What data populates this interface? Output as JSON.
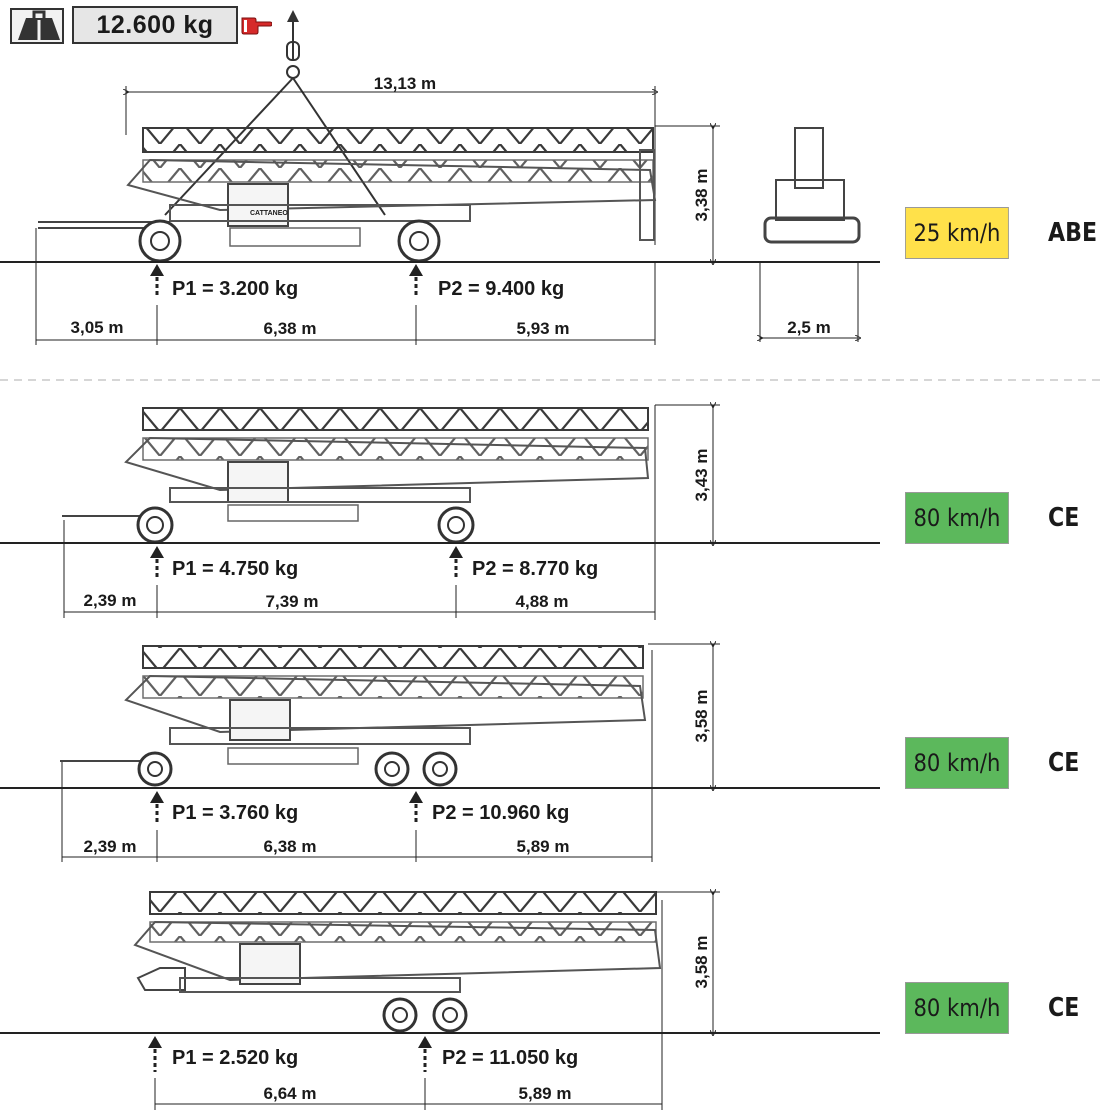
{
  "header": {
    "weight": "12.600 kg"
  },
  "colors": {
    "yellow_badge": "#ffe14a",
    "green_badge": "#5cb85c",
    "line": "#222222",
    "crane_gray": "#8a8a8a"
  },
  "top_view": {
    "length_total": "13,13 m",
    "height": "3,38 m",
    "p1": "P1 = 3.200 kg",
    "p2": "P2 = 9.400 kg",
    "d1": "3,05 m",
    "d2": "6,38 m",
    "d3": "5,93 m",
    "rear_width": "2,5 m",
    "speed": "25 km/h",
    "norm": "ABE"
  },
  "config2": {
    "height": "3,43 m",
    "p1": "P1 = 4.750 kg",
    "p2": "P2 = 8.770 kg",
    "d1": "2,39 m",
    "d2": "7,39 m",
    "d3": "4,88 m",
    "speed": "80 km/h",
    "norm": "CE"
  },
  "config3": {
    "height": "3,58 m",
    "p1": "P1 = 3.760 kg",
    "p2": "P2 = 10.960 kg",
    "d1": "2,39 m",
    "d2": "6,38 m",
    "d3": "5,89 m",
    "speed": "80 km/h",
    "norm": "CE"
  },
  "config4": {
    "height": "3,58 m",
    "p1": "P1 = 2.520 kg",
    "p2": "P2 = 11.050 kg",
    "d2": "6,64 m",
    "d3": "5,89 m",
    "speed": "80 km/h",
    "norm": "CE"
  },
  "icons": [
    "weight-icon",
    "pointing-hand-icon",
    "lifting-hook-icon",
    "arrow-up-icon"
  ]
}
